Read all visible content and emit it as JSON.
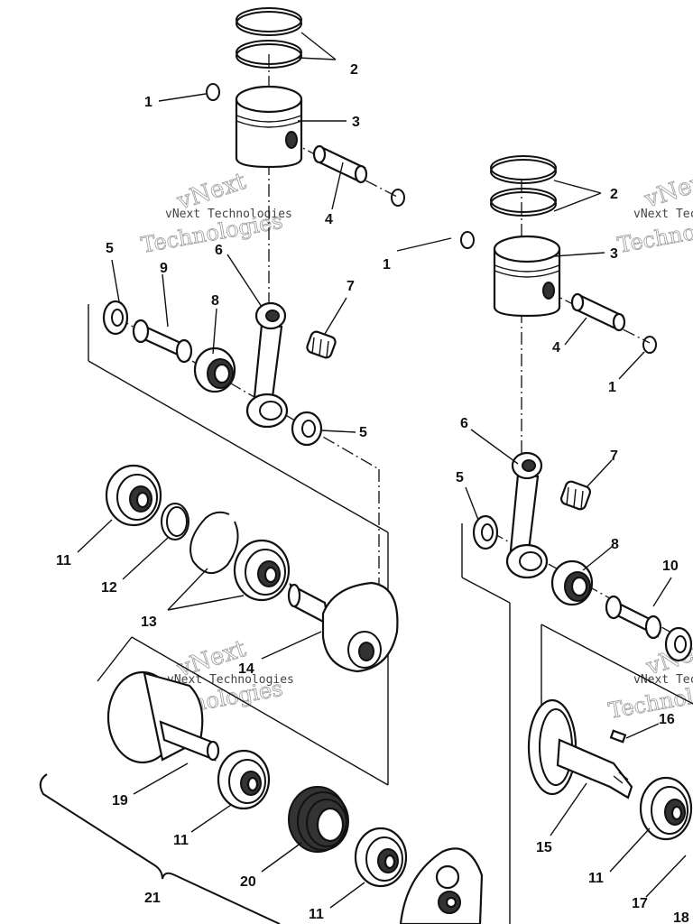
{
  "watermark": {
    "line1": "vNext",
    "line2": "vNext Technologies",
    "line3": "Technologies"
  },
  "callouts": {
    "c1a": "1",
    "c2a": "2",
    "c3a": "3",
    "c4a": "4",
    "c1b": "1",
    "c5a": "5",
    "c9": "9",
    "c6a": "6",
    "c7a": "7",
    "c8a": "8",
    "c5b": "5",
    "c2b": "2",
    "c3b": "3",
    "c4b": "4",
    "c1c": "1",
    "c6b": "6",
    "c7b": "7",
    "c5c": "5",
    "c8b": "8",
    "c10": "10",
    "c11a": "11",
    "c12": "12",
    "c13": "13",
    "c14": "14",
    "c16": "16",
    "c19": "19",
    "c11b": "11",
    "c15": "15",
    "c20": "20",
    "c11c": "11",
    "c11d": "11",
    "c17": "17",
    "c21": "21",
    "c18": "18"
  }
}
